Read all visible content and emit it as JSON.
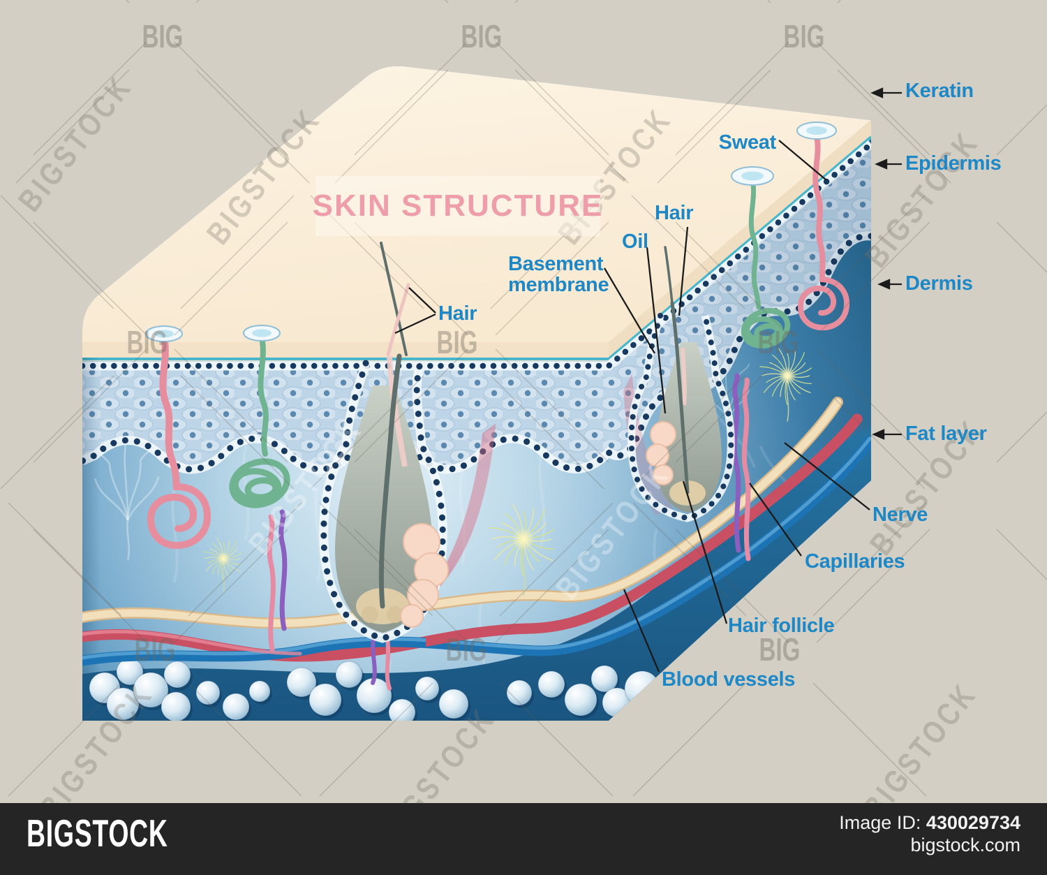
{
  "title": "SKIN STRUCTURE",
  "labels": {
    "keratin": "Keratin",
    "epidermis": "Epidermis",
    "dermis": "Dermis",
    "fat_layer": "Fat layer",
    "nerve": "Nerve",
    "capillaries": "Capillaries",
    "hair_follicle": "Hair follicle",
    "blood_vessels": "Blood vessels",
    "sweat": "Sweat",
    "hair_top": "Hair",
    "oil": "Oil",
    "basement_membrane": "Basement membrane",
    "hair_left": "Hair"
  },
  "watermark": {
    "short": "BIG",
    "long": "BIGSTOCK"
  },
  "footer": {
    "logo": "BIGSTOCK",
    "image_id_label": "Image ID:",
    "image_id": "430029734",
    "website": "bigstock.com"
  },
  "colors": {
    "background": "#d3cfc5",
    "label_text": "#1e87c5",
    "title_text": "#ee9daa",
    "footer_bg": "#252525",
    "skin_surface": "#fbeedd",
    "epidermis_blue": "#bdd5e7",
    "dermis_blue": "#4f93bd",
    "fat_layer_blue": "#1d5f8d",
    "vessel_red": "#c94f63",
    "vessel_blue": "#1d74b4",
    "nerve_cream": "#f2dfbb",
    "gland_pink": "#e68e9e",
    "gland_green": "#6fb391",
    "capillary_purple": "#8a5fc0"
  }
}
